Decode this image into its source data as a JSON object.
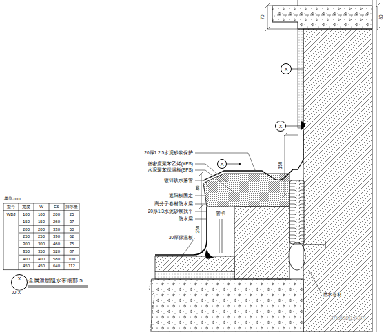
{
  "diagram": {
    "title": "金属泄层阻水带细部:5",
    "nodes": [
      {
        "text": [
          "X"
        ]
      },
      {
        "text": [
          "X"
        ]
      },
      {
        "text": [
          "A"
        ]
      },
      {
        "text": [
          "X"
        ]
      }
    ],
    "labels": [
      "单位:mm",
      "型号",
      "宽度",
      "W",
      "ES",
      "排水量",
      "WDJ",
      "100",
      "100",
      "200",
      "25",
      "150",
      "150",
      "260",
      "37",
      "200",
      "200",
      "330",
      "50",
      "250",
      "250",
      "390",
      "62",
      "300",
      "300",
      "460",
      "75",
      "350",
      "350",
      "520",
      "87",
      "400",
      "400",
      "580",
      "100",
      "450",
      "450",
      "640",
      "112",
      "JJ-X-",
      "70",
      "80",
      "150",
      "80",
      "250",
      "20厚1:2.5水泥砂浆保护",
      "低密度聚苯乙烯(XPS)",
      "水泥聚苯保温板(EPS)",
      "镀锌铁水落管",
      "遮阳板固定",
      "高分子卷材防水层",
      "20厚1:3水泥砂浆找平",
      "防水层",
      "30厚保温板",
      "管卡",
      "泄水卷材",
      "zhulong.com"
    ]
  }
}
